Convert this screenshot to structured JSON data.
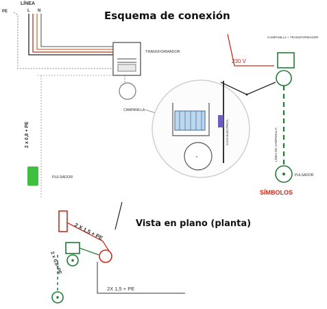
{
  "titles": {
    "main": "Esquema de conexión",
    "plan": "Vista en plano (planta)",
    "symbols": "SÍMBOLOS"
  },
  "labels": {
    "line": "LÍNEA",
    "pe": "PE",
    "l": "L",
    "n": "N",
    "transformer": "TRANSFORMADOR",
    "bell": "CAMPANILLA",
    "button": "PULSADOR",
    "cable_vertical": "2 x 0,8 + PE",
    "voltage": "230 V",
    "bell_transformer": "CAMPANILLA + TRANSFORMADOR",
    "box_bell": "CAJA ELÉCTRICA",
    "bell_conn": "LÍNEA DE CAMPANILLA",
    "symbol_button": "PULSADOR",
    "plan_cable_red": "2 X 1,5 + PE",
    "plan_cable_green": "2 x 0,8+PE",
    "plan_cable_bottom": "2X 1,5 + PE"
  },
  "colors": {
    "red": "#cc2a1a",
    "green": "#1f7a35",
    "orange": "#e06a2a",
    "dark": "#222222",
    "gray": "#8a8a8a",
    "bright_green": "#3fbf3f",
    "coil_blue": "#bcd7ee",
    "pivot_purple": "#6a5fc0"
  }
}
